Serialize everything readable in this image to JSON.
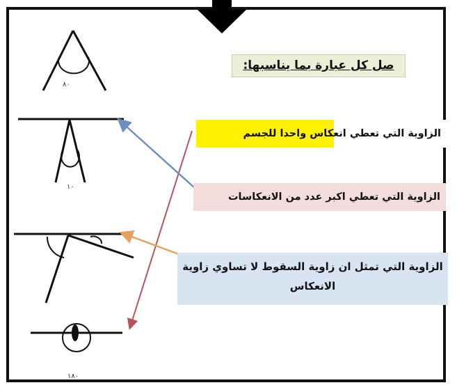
{
  "title": "صل كل عبارة بما يناسبها:",
  "statements": [
    "الزاوية التي تعطي انعكاس واحدا للجسم",
    "الزاوية التي تعطي اكبر عدد من الانعكاسات",
    "الزاوية التي تمثل ان زاوية السقوط لا تساوي زاوية الانعكاس"
  ],
  "angle_labels": [
    "٨٠",
    "١٠",
    "١٨٠"
  ],
  "arrow_colors": {
    "statement_1": "#b5545a",
    "statement_2": "#6d8fbf",
    "statement_3": "#e8a060"
  },
  "highlight_colors": {
    "statement_1": "#fff200",
    "statement_2": "#f3dcdc",
    "statement_3": "#d8e4f2"
  }
}
